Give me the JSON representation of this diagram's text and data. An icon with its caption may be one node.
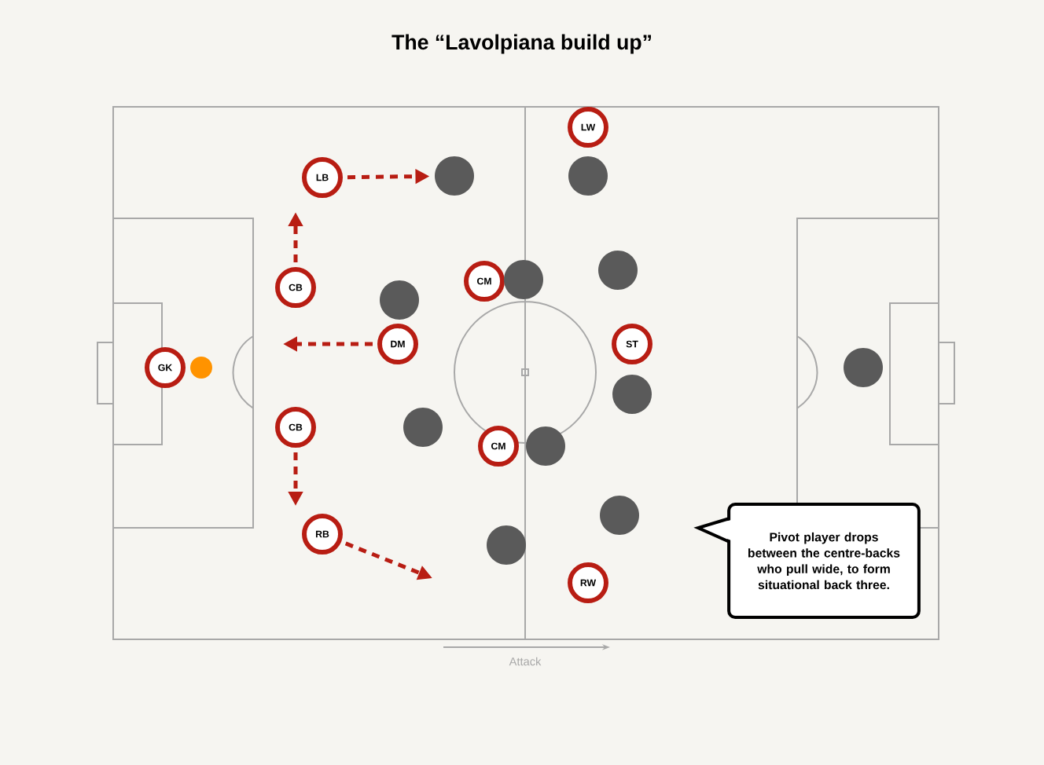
{
  "diagram": {
    "title": "The “Lavolpiana build up”",
    "nodes": [
      {
        "text": [
          "LW"
        ]
      },
      {
        "text": [
          "LB"
        ]
      },
      {
        "text": [
          "CM"
        ]
      },
      {
        "text": [
          "CB"
        ]
      },
      {
        "text": [
          "DM"
        ]
      },
      {
        "text": [
          "ST"
        ]
      },
      {
        "text": [
          "GK"
        ]
      },
      {
        "text": [
          "CB"
        ]
      },
      {
        "text": [
          "CM"
        ]
      },
      {
        "text": [
          "RB"
        ]
      },
      {
        "text": [
          "RW"
        ]
      },
      {
        "text": [],
        "shape": "circle"
      },
      {
        "text": [],
        "shape": "circle"
      },
      {
        "text": [],
        "shape": "circle"
      },
      {
        "text": [],
        "shape": "circle"
      },
      {
        "text": [],
        "shape": "circle"
      },
      {
        "text": [],
        "shape": "circle"
      },
      {
        "text": [],
        "shape": "circle"
      },
      {
        "text": [],
        "shape": "circle"
      },
      {
        "text": [],
        "shape": "circle"
      },
      {
        "text": [],
        "shape": "circle"
      },
      {
        "text": [],
        "shape": "circle"
      },
      {
        "text": [
          "Pivot player drops between the centre-backs who pull wide, to form situational back three."
        ]
      }
    ],
    "edges": [
      {
        "from": 1,
        "to": 11,
        "arrow": "to",
        "style": "dashed"
      },
      {
        "from": 3,
        "to": null,
        "arrow": "to",
        "style": "dashed"
      },
      {
        "from": 4,
        "to": null,
        "arrow": "to",
        "style": "dashed"
      },
      {
        "from": 7,
        "to": null,
        "arrow": "to",
        "style": "dashed"
      },
      {
        "from": 9,
        "to": null,
        "arrow": "to",
        "style": "dashed"
      }
    ],
    "labels": [
      "Attack"
    ]
  }
}
